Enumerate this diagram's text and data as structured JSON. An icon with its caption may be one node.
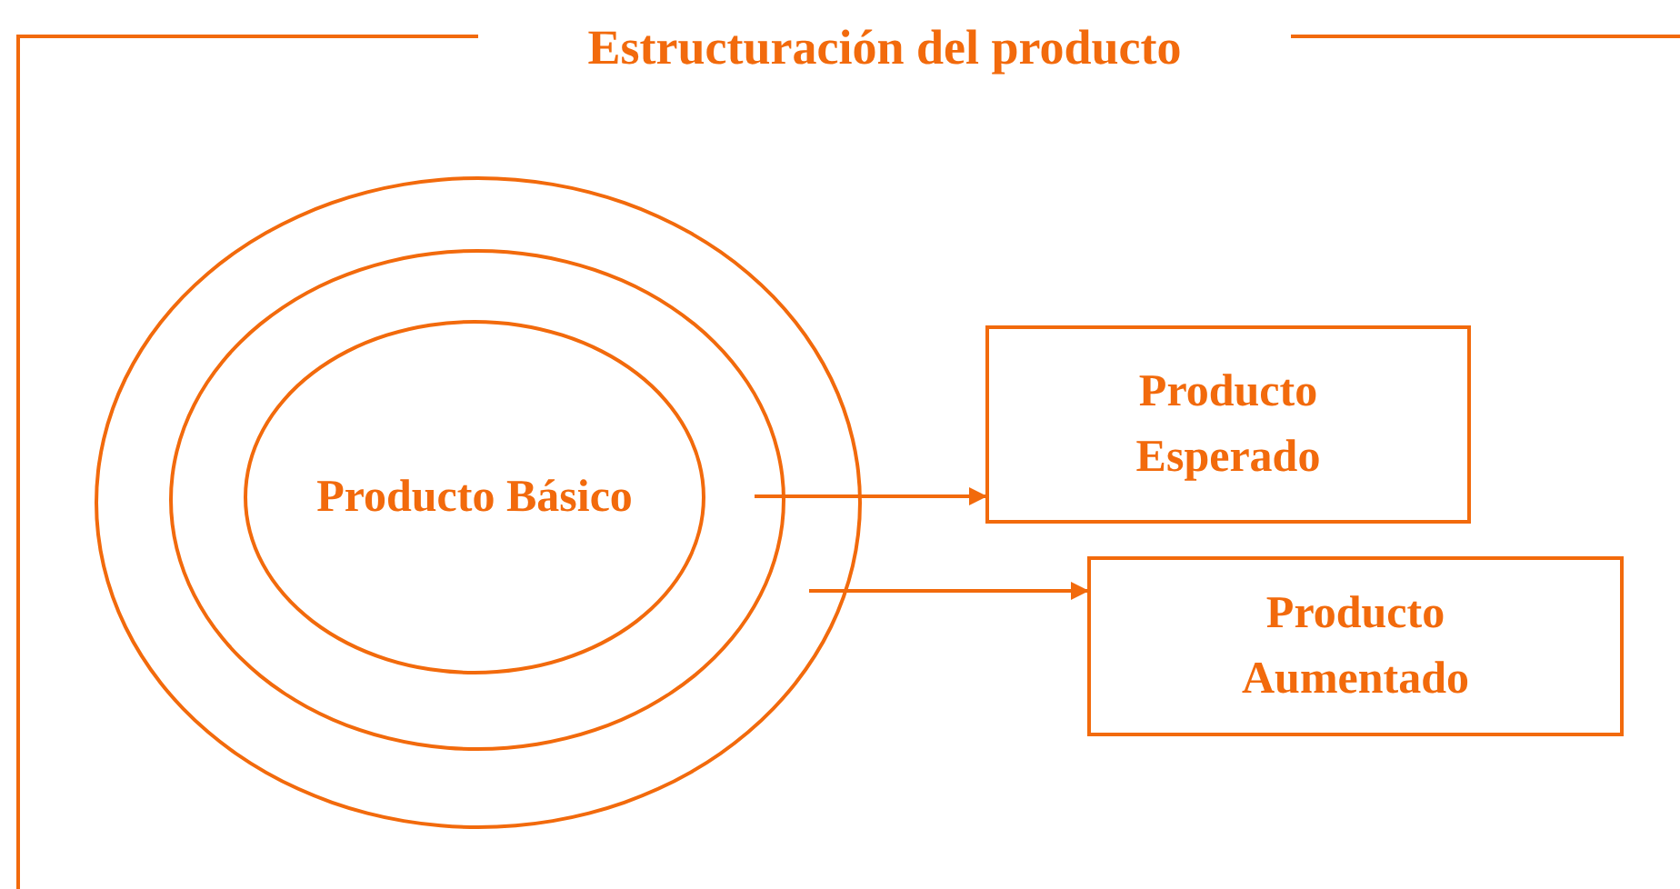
{
  "diagram": {
    "title": "Estructuración del producto",
    "nodes": [
      {
        "text": [],
        "shape": "ellipse"
      },
      {
        "text": [],
        "shape": "ellipse",
        "in": 0
      },
      {
        "text": [
          "Producto Básico"
        ],
        "in": 1
      },
      {
        "text": [
          "Producto Esperado"
        ]
      },
      {
        "text": [
          "Producto Aumentado"
        ]
      }
    ],
    "edges": [
      {
        "from": 1,
        "to": 3,
        "arrow": "to"
      },
      {
        "from": 0,
        "to": 4,
        "arrow": "to"
      }
    ]
  }
}
